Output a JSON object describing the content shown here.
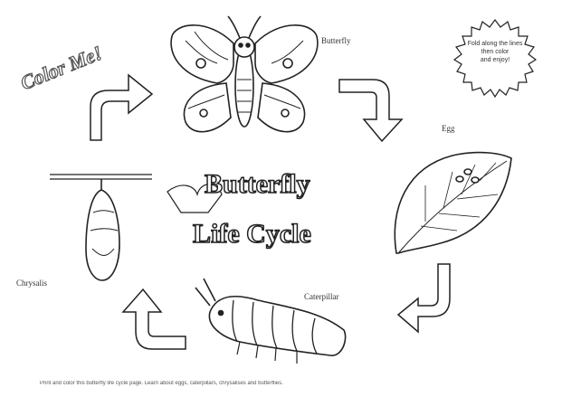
{
  "brand": {
    "text": "Color Me!"
  },
  "title": {
    "line1": "Butterfly",
    "line2": "Life Cycle"
  },
  "stages": {
    "butterfly": "Butterfly",
    "egg": "Egg",
    "caterpillar": "Caterpillar",
    "chrysalis": "Chrysalis"
  },
  "burst": {
    "lines": [
      "Fold along the lines",
      "then color",
      "and enjoy!"
    ]
  },
  "footer": {
    "text": "Print and color this butterfly life cycle page. Learn about eggs, caterpillars, chrysalises and butterflies."
  },
  "colors": {
    "ink": "#222222",
    "paper": "#ffffff"
  }
}
